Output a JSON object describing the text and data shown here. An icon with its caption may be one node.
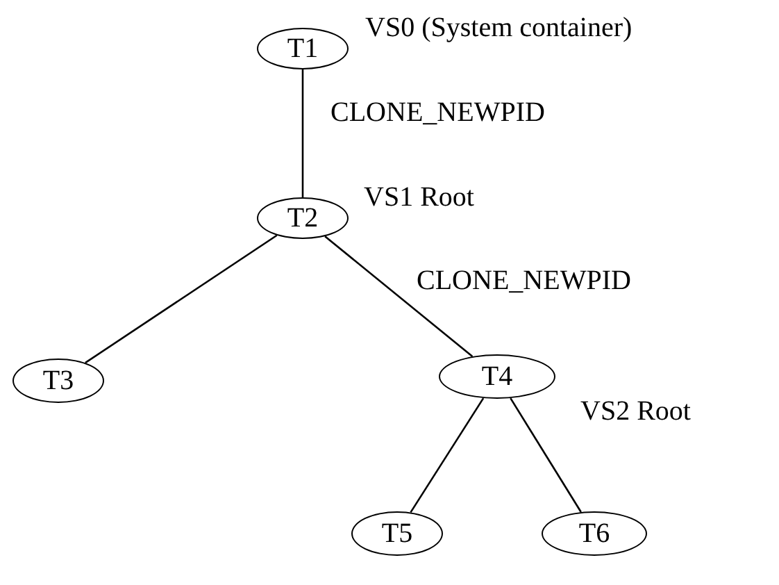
{
  "diagram": {
    "nodes": [
      {
        "text": [
          "T1"
        ],
        "beside": [
          "VS0 (System container)"
        ]
      },
      {
        "text": [
          "T2"
        ],
        "beside": [
          "VS1 Root"
        ]
      },
      {
        "text": [
          "T3"
        ]
      },
      {
        "text": [
          "T4"
        ],
        "beside": [
          "VS2 Root"
        ]
      },
      {
        "text": [
          "T5"
        ]
      },
      {
        "text": [
          "T6"
        ]
      }
    ],
    "edges": [
      {
        "from": 0,
        "to": 1,
        "arrow": "none",
        "label": "CLONE_NEWPID"
      },
      {
        "from": 1,
        "to": 2,
        "arrow": "none"
      },
      {
        "from": 1,
        "to": 3,
        "arrow": "none",
        "label": "CLONE_NEWPID"
      },
      {
        "from": 3,
        "to": 4,
        "arrow": "none"
      },
      {
        "from": 3,
        "to": 5,
        "arrow": "none"
      }
    ]
  }
}
